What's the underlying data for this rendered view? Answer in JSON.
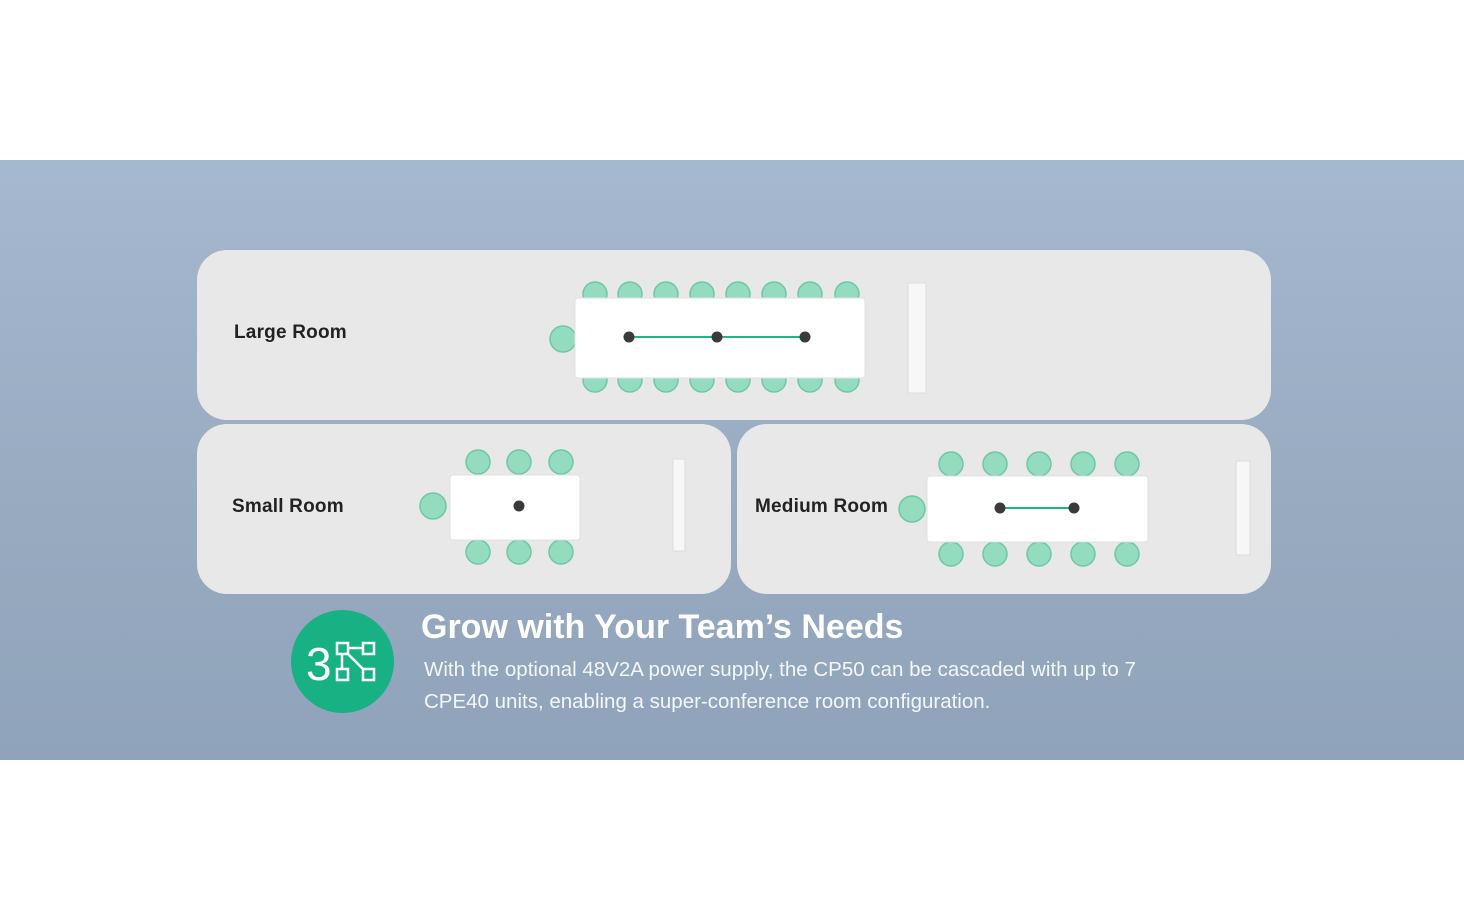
{
  "rooms": {
    "large": {
      "label": "Large Room"
    },
    "small": {
      "label": "Small Room"
    },
    "medium": {
      "label": "Medium Room"
    }
  },
  "feature": {
    "title": "Grow with Your Team’s Needs",
    "description": "With the optional 48V2A power supply, the CP50 can be cascaded with up to 7 CPE40 units, enabling a super-conference room configuration.",
    "icon": "cascade-network-icon"
  },
  "colors": {
    "band": "#9fb3ca",
    "card": "#e8e8e8",
    "chair": "#93dcc0",
    "accent": "#17b184",
    "link_line": "#1fb585",
    "mic": "#3a3a3a"
  }
}
